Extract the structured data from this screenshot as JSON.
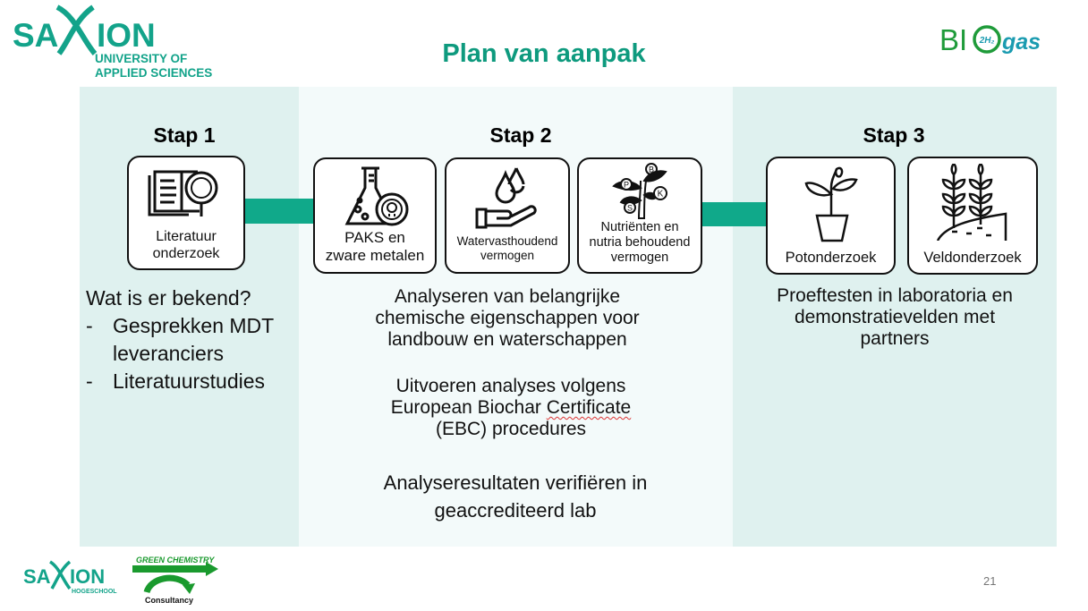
{
  "slide": {
    "title": "Plan van aanpak",
    "page_number": "21",
    "accent_color": "#0e9a7e",
    "arrow_color": "#10a98a"
  },
  "logos": {
    "saxion_top": {
      "name": "SAXION",
      "line1": "UNIVERSITY OF",
      "line2": "APPLIED SCIENCES",
      "color": "#13a38a"
    },
    "biogas": {
      "bi": "BI",
      "h2": "2H₂",
      "gas": "gas",
      "green": "#1f9b3a",
      "blue": "#1a9bb0"
    },
    "saxion_bottom": {
      "name": "SAXION",
      "sub": "HOGESCHOOL"
    },
    "green_chemistry": {
      "top": "GREEN CHEMISTRY",
      "bottom": "Consultancy",
      "color": "#1a9a2e"
    }
  },
  "steps": [
    {
      "title": "Stap 1",
      "cards": [
        {
          "icon": "book-magnifier-icon",
          "label_lines": [
            "Literatuur",
            "onderzoek"
          ]
        }
      ],
      "description": {
        "intro": "Wat is er bekend?",
        "bullets": [
          "Gesprekken MDT leveranciers",
          "Literatuurstudies"
        ],
        "bullet_lines": [
          [
            "Gesprekken MDT",
            "leveranciers"
          ],
          [
            "Literatuurstudies"
          ]
        ]
      }
    },
    {
      "title": "Stap 2",
      "cards": [
        {
          "icon": "flask-skull-icon",
          "label_lines": [
            "PAKS en",
            "zware metalen"
          ]
        },
        {
          "icon": "water-drops-hand-icon",
          "label_lines": [
            "Watervasthoudend",
            "vermogen"
          ]
        },
        {
          "icon": "plant-nutrients-icon",
          "label_lines": [
            "Nutriënten en",
            "nutria behoudend",
            "vermogen"
          ],
          "nutrient_letters": [
            "B",
            "P",
            "K",
            "S"
          ]
        }
      ],
      "description": {
        "paragraphs": [
          [
            "Analyseren van belangrijke",
            "chemische eigenschappen voor",
            "landbouw en waterschappen"
          ],
          [
            "Uitvoeren analyses volgens",
            "European Biochar Certificate",
            "(EBC) procedures"
          ],
          [
            "Analyseresultaten verifiëren in",
            "geaccrediteerd lab"
          ]
        ]
      }
    },
    {
      "title": "Stap 3",
      "cards": [
        {
          "icon": "potted-plant-icon",
          "label_lines": [
            "Potonderzoek"
          ]
        },
        {
          "icon": "field-crops-icon",
          "label_lines": [
            "Veldonderzoek"
          ]
        }
      ],
      "description": {
        "paragraphs": [
          [
            "Proeftesten in laboratoria en",
            "demonstratievelden met",
            "partners"
          ]
        ]
      }
    }
  ]
}
